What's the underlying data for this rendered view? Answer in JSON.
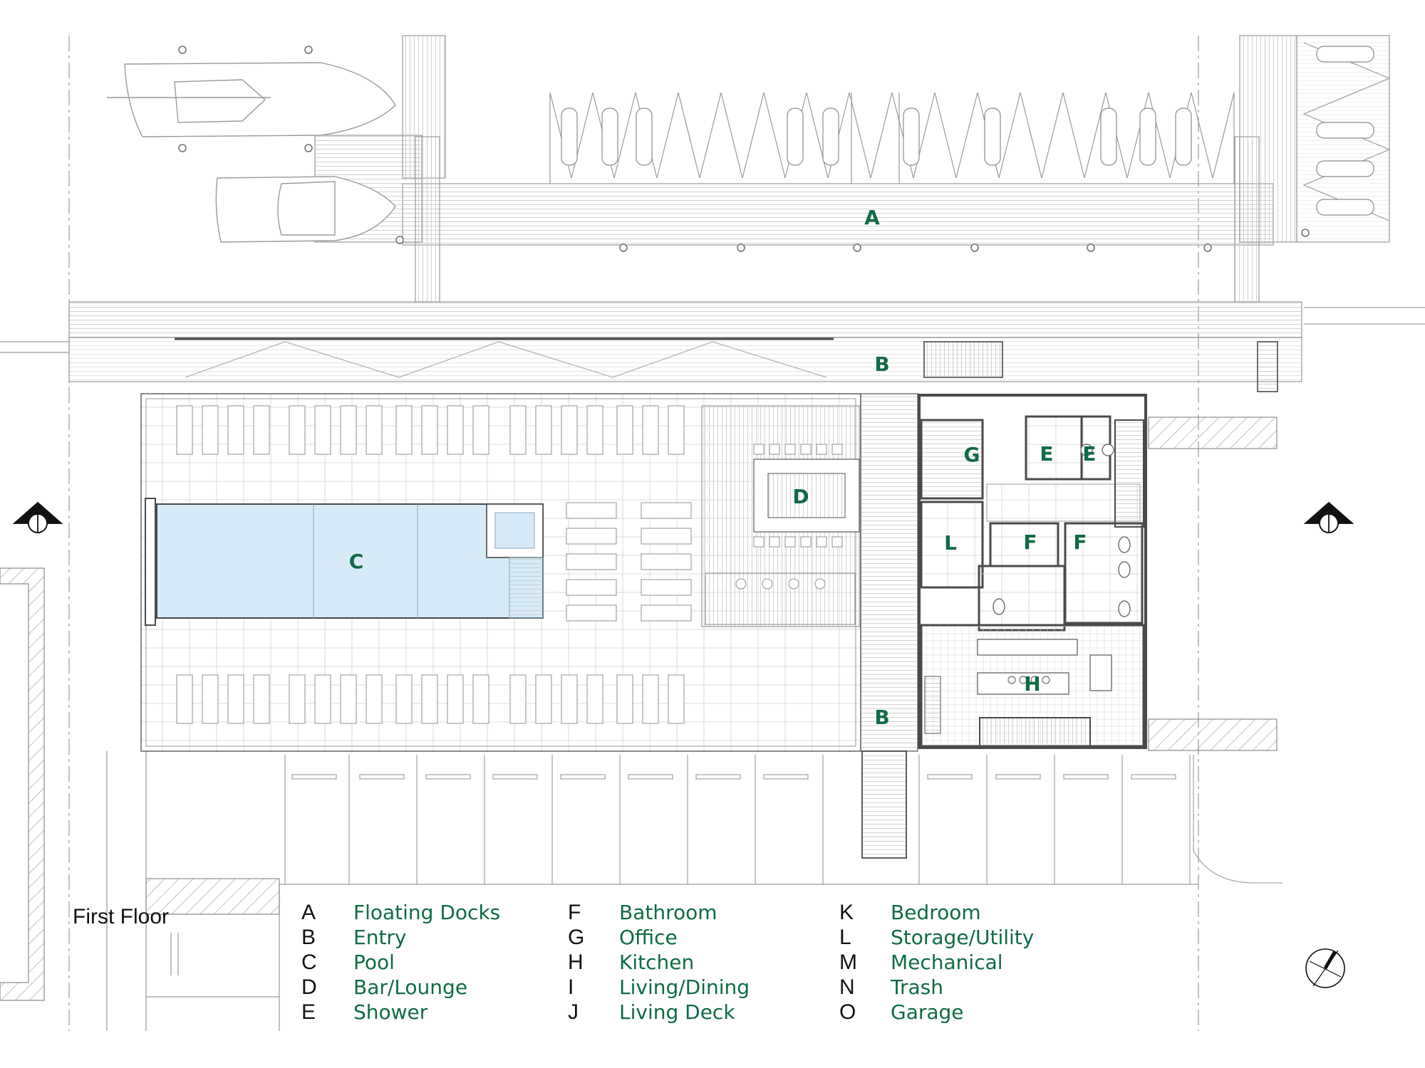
{
  "colors": {
    "label_green": "#0f6b45",
    "line": "#8c8c8c",
    "wall": "#4a4a4a",
    "pool_fill": "#d6ebf7",
    "text": "#111111"
  },
  "floor_title": "First Floor",
  "room_labels": [
    {
      "id": "A",
      "text": "A"
    },
    {
      "id": "B1",
      "text": "B"
    },
    {
      "id": "B2",
      "text": "B"
    },
    {
      "id": "C",
      "text": "C"
    },
    {
      "id": "D",
      "text": "D"
    },
    {
      "id": "E1",
      "text": "E"
    },
    {
      "id": "E2",
      "text": "E"
    },
    {
      "id": "F1",
      "text": "F"
    },
    {
      "id": "F2",
      "text": "F"
    },
    {
      "id": "G",
      "text": "G"
    },
    {
      "id": "H",
      "text": "H"
    },
    {
      "id": "L",
      "text": "L"
    }
  ],
  "legend": [
    {
      "letter": "A",
      "name": "Floating Docks"
    },
    {
      "letter": "B",
      "name": "Entry"
    },
    {
      "letter": "C",
      "name": "Pool"
    },
    {
      "letter": "D",
      "name": "Bar/Lounge"
    },
    {
      "letter": "E",
      "name": "Shower"
    },
    {
      "letter": "F",
      "name": "Bathroom"
    },
    {
      "letter": "G",
      "name": "Office"
    },
    {
      "letter": "H",
      "name": "Kitchen"
    },
    {
      "letter": "I",
      "name": "Living/Dining"
    },
    {
      "letter": "J",
      "name": "Living Deck"
    },
    {
      "letter": "K",
      "name": "Bedroom"
    },
    {
      "letter": "L",
      "name": "Storage/Utility"
    },
    {
      "letter": "M",
      "name": "Mechanical"
    },
    {
      "letter": "N",
      "name": "Trash"
    },
    {
      "letter": "O",
      "name": "Garage"
    }
  ],
  "icons": {
    "section_marker": "section-cut-icon",
    "north_arrow": "north-arrow-icon"
  }
}
